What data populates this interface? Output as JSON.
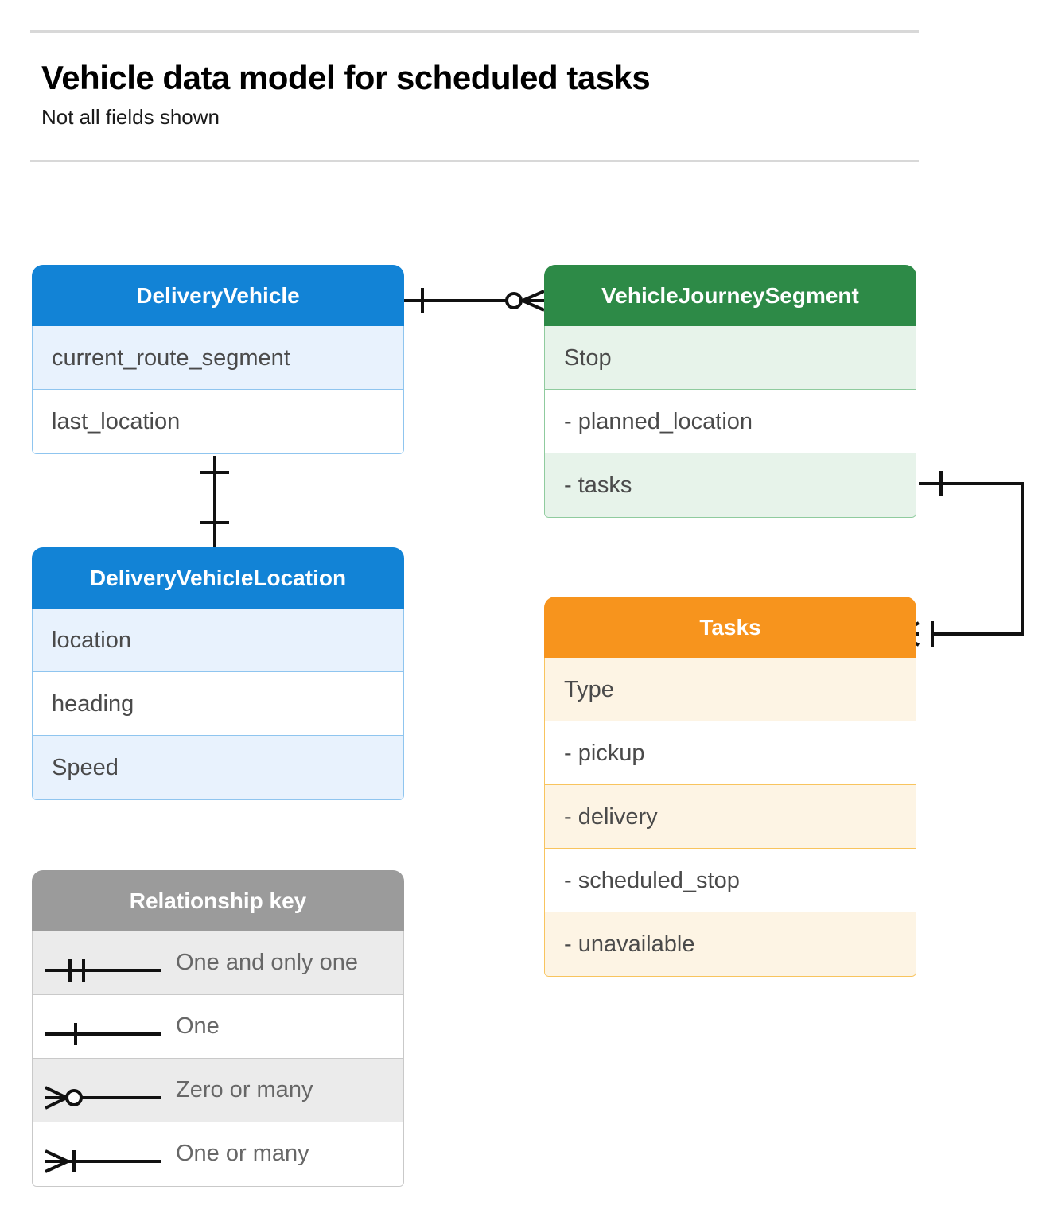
{
  "header": {
    "title": "Vehicle data model for scheduled tasks",
    "subtitle": "Not all fields shown"
  },
  "entities": [
    {
      "id": "delivery-vehicle",
      "name": "DeliveryVehicle",
      "color": "#1283d6",
      "rows": [
        "current_route_segment",
        "last_location"
      ]
    },
    {
      "id": "vehicle-journey-segment",
      "name": "VehicleJourneySegment",
      "color": "#2d8a47",
      "rows": [
        "Stop",
        "-  planned_location",
        "- tasks"
      ]
    },
    {
      "id": "delivery-vehicle-location",
      "name": "DeliveryVehicleLocation",
      "color": "#1283d6",
      "rows": [
        "location",
        "heading",
        "Speed"
      ]
    },
    {
      "id": "tasks",
      "name": "Tasks",
      "color": "#f7941d",
      "rows": [
        "Type",
        "-  pickup",
        "-  delivery",
        "-  scheduled_stop",
        "-  unavailable"
      ]
    }
  ],
  "legend": {
    "title": "Relationship key",
    "header_color": "#9b9b9b",
    "items": [
      {
        "symbol": "one-and-only-one-icon",
        "label": "One and only one"
      },
      {
        "symbol": "one-icon",
        "label": "One"
      },
      {
        "symbol": "zero-or-many-icon",
        "label": "Zero or many"
      },
      {
        "symbol": "one-or-many-icon",
        "label": "One or many"
      }
    ]
  },
  "relationships": [
    {
      "id": "vehicle-to-journey-segment",
      "from": "DeliveryVehicle",
      "to": "VehicleJourneySegment",
      "from_cardinality": "One",
      "to_cardinality": "Zero or many"
    },
    {
      "id": "vehicle-to-vehicle-location",
      "from": "DeliveryVehicle",
      "to": "DeliveryVehicleLocation",
      "from_cardinality": "One",
      "to_cardinality": "One"
    },
    {
      "id": "journey-segment-tasks-to-tasks",
      "from": "VehicleJourneySegment.tasks",
      "to": "Tasks",
      "from_cardinality": "One",
      "to_cardinality": "One or many"
    }
  ]
}
